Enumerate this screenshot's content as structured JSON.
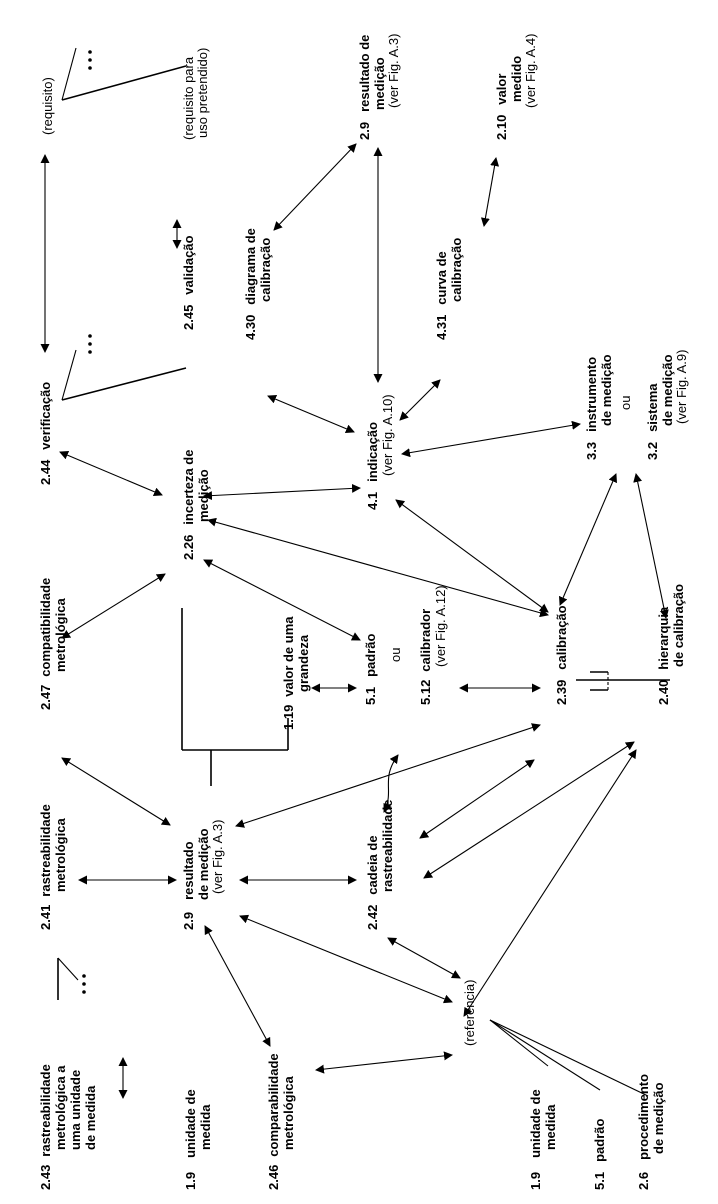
{
  "concepts": {
    "c2_43": {
      "num": "2.43",
      "lines": [
        "rastreabilidade",
        "metrológica a",
        "uma unidade",
        "de medida"
      ]
    },
    "c1_9a": {
      "num": "1.9",
      "lines": [
        "unidade de",
        "medida"
      ]
    },
    "c2_46": {
      "num": "2.46",
      "lines": [
        "comparabilidade",
        "metrológica"
      ]
    },
    "c1_9b": {
      "num": "1.9",
      "lines": [
        "unidade de",
        "medida"
      ]
    },
    "c5_1b": {
      "num": "5.1",
      "lines": [
        "padrão"
      ]
    },
    "c2_6": {
      "num": "2.6",
      "lines": [
        "procedimento",
        "de medição"
      ]
    },
    "c2_41": {
      "num": "2.41",
      "lines": [
        "rastreabilidade",
        "metrológica"
      ]
    },
    "c2_9a": {
      "num": "2.9",
      "lines": [
        "resultado",
        "de medição"
      ],
      "ref": "(ver Fig. A.3)"
    },
    "c2_42": {
      "num": "2.42",
      "lines": [
        "cadeia de",
        "rastreabilidade"
      ]
    },
    "referencia": {
      "text": "(referência)"
    },
    "c2_47": {
      "num": "2.47",
      "lines": [
        "compatibilidade",
        "metrológica"
      ]
    },
    "c1_19": {
      "num": "1.19",
      "lines": [
        "valor de uma",
        "grandeza"
      ]
    },
    "c5_1a": {
      "num": "5.1",
      "lines": [
        "padrão"
      ]
    },
    "ou_left": {
      "text": "ou"
    },
    "c5_12": {
      "num": "5.12",
      "lines": [
        "calibrador"
      ],
      "ref": "(ver Fig. A.12)"
    },
    "c2_39": {
      "num": "2.39",
      "lines": [
        "calibração"
      ]
    },
    "c2_40": {
      "num": "2.40",
      "lines": [
        "hierarquia",
        "de calibração"
      ]
    },
    "c2_26": {
      "num": "2.26",
      "lines": [
        "incerteza de",
        "medição"
      ]
    },
    "c2_44": {
      "num": "2.44",
      "lines": [
        "verificação"
      ]
    },
    "c4_1": {
      "num": "4.1",
      "lines": [
        "indicação"
      ],
      "ref": "(ver Fig. A.10)"
    },
    "c3_3": {
      "num": "3.3",
      "lines": [
        "instrumento",
        "de medição"
      ]
    },
    "ou_right": {
      "text": "ou"
    },
    "c3_2": {
      "num": "3.2",
      "lines": [
        "sistema",
        "de medição"
      ],
      "ref": "(ver Fig. A.9)"
    },
    "c2_45": {
      "num": "2.45",
      "lines": [
        "validação"
      ]
    },
    "c4_30": {
      "num": "4.30",
      "lines": [
        "diagrama de",
        "calibração"
      ]
    },
    "c4_31": {
      "num": "4.31",
      "lines": [
        "curva de",
        "calibração"
      ]
    },
    "requisito": {
      "text": "(requisito)"
    },
    "requisito_uso": {
      "lines": [
        "(requisito para",
        "uso pretendido)"
      ]
    },
    "c2_9b": {
      "num": "2.9",
      "lines": [
        "resultado de",
        "medição"
      ],
      "ref": "(ver Fig. A.3)"
    },
    "c2_10": {
      "num": "2.10",
      "lines": [
        "valor",
        "medido"
      ],
      "ref": "(ver Fig. A.4)"
    }
  }
}
